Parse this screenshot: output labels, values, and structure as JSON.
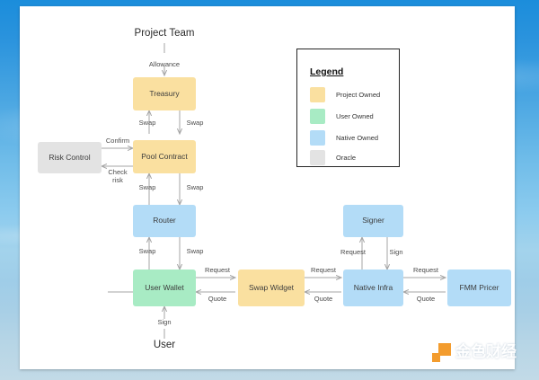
{
  "diagram": {
    "endpoints": [
      {
        "name": "project-team",
        "label": "Project Team"
      },
      {
        "name": "user",
        "label": "User"
      }
    ],
    "nodes": [
      {
        "name": "treasury",
        "label": "Treasury",
        "category": "Project Owned"
      },
      {
        "name": "pool-contract",
        "label": "Pool Contract",
        "category": "Project Owned"
      },
      {
        "name": "risk-control",
        "label": "Risk Control",
        "category": "Oracle"
      },
      {
        "name": "router",
        "label": "Router",
        "category": "Native Owned"
      },
      {
        "name": "user-wallet",
        "label": "User Wallet",
        "category": "User Owned"
      },
      {
        "name": "swap-widget",
        "label": "Swap Widget",
        "category": "Project Owned"
      },
      {
        "name": "native-infra",
        "label": "Native Infra",
        "category": "Native Owned"
      },
      {
        "name": "signer",
        "label": "Signer",
        "category": "Native Owned"
      },
      {
        "name": "fmm-pricer",
        "label": "FMM Pricer",
        "category": "Native Owned"
      }
    ],
    "edges": [
      {
        "name": "edge-allowance",
        "label": "Allowance",
        "from": "project-team",
        "to": "treasury"
      },
      {
        "name": "edge-treasury-swap-up",
        "label": "Swap",
        "from": "pool-contract",
        "to": "treasury"
      },
      {
        "name": "edge-treasury-swap-down",
        "label": "Swap",
        "from": "treasury",
        "to": "pool-contract"
      },
      {
        "name": "edge-confirm",
        "label": "Confirm",
        "from": "risk-control",
        "to": "pool-contract"
      },
      {
        "name": "edge-check-risk",
        "label": "Check\nrisk",
        "from": "pool-contract",
        "to": "risk-control"
      },
      {
        "name": "edge-router-swap-up",
        "label": "Swap",
        "from": "router",
        "to": "pool-contract"
      },
      {
        "name": "edge-router-swap-down",
        "label": "Swap",
        "from": "pool-contract",
        "to": "router"
      },
      {
        "name": "edge-wallet-swap-up",
        "label": "Swap",
        "from": "user-wallet",
        "to": "router"
      },
      {
        "name": "edge-wallet-swap-down",
        "label": "Swap",
        "from": "router",
        "to": "user-wallet"
      },
      {
        "name": "edge-sign-user",
        "label": "Sign",
        "from": "user",
        "to": "user-wallet"
      },
      {
        "name": "edge-wallet-request",
        "label": "Request",
        "from": "user-wallet",
        "to": "swap-widget"
      },
      {
        "name": "edge-wallet-quote",
        "label": "Quote",
        "from": "swap-widget",
        "to": "user-wallet"
      },
      {
        "name": "edge-widget-request",
        "label": "Request",
        "from": "swap-widget",
        "to": "native-infra"
      },
      {
        "name": "edge-widget-quote",
        "label": "Quote",
        "from": "native-infra",
        "to": "swap-widget"
      },
      {
        "name": "edge-signer-request",
        "label": "Request",
        "from": "native-infra",
        "to": "signer"
      },
      {
        "name": "edge-signer-sign",
        "label": "Sign",
        "from": "signer",
        "to": "native-infra"
      },
      {
        "name": "edge-pricer-request",
        "label": "Request",
        "from": "native-infra",
        "to": "fmm-pricer"
      },
      {
        "name": "edge-pricer-quote",
        "label": "Quote",
        "from": "fmm-pricer",
        "to": "native-infra"
      }
    ],
    "edge_labels": {
      "allowance": "Allowance",
      "swap": "Swap",
      "confirm": "Confirm",
      "check_risk_line1": "Check",
      "check_risk_line2": "risk",
      "request": "Request",
      "quote": "Quote",
      "sign": "Sign"
    }
  },
  "legend": {
    "title": "Legend",
    "items": [
      {
        "label": "Project Owned",
        "color": "#fae0a0"
      },
      {
        "label": "User Owned",
        "color": "#a8ebc4"
      },
      {
        "label": "Native Owned",
        "color": "#b3dcf7"
      },
      {
        "label": "Oracle",
        "color": "#e3e3e3"
      }
    ]
  },
  "watermark": {
    "text": "金色财经",
    "mark_color": "#f3941d"
  }
}
